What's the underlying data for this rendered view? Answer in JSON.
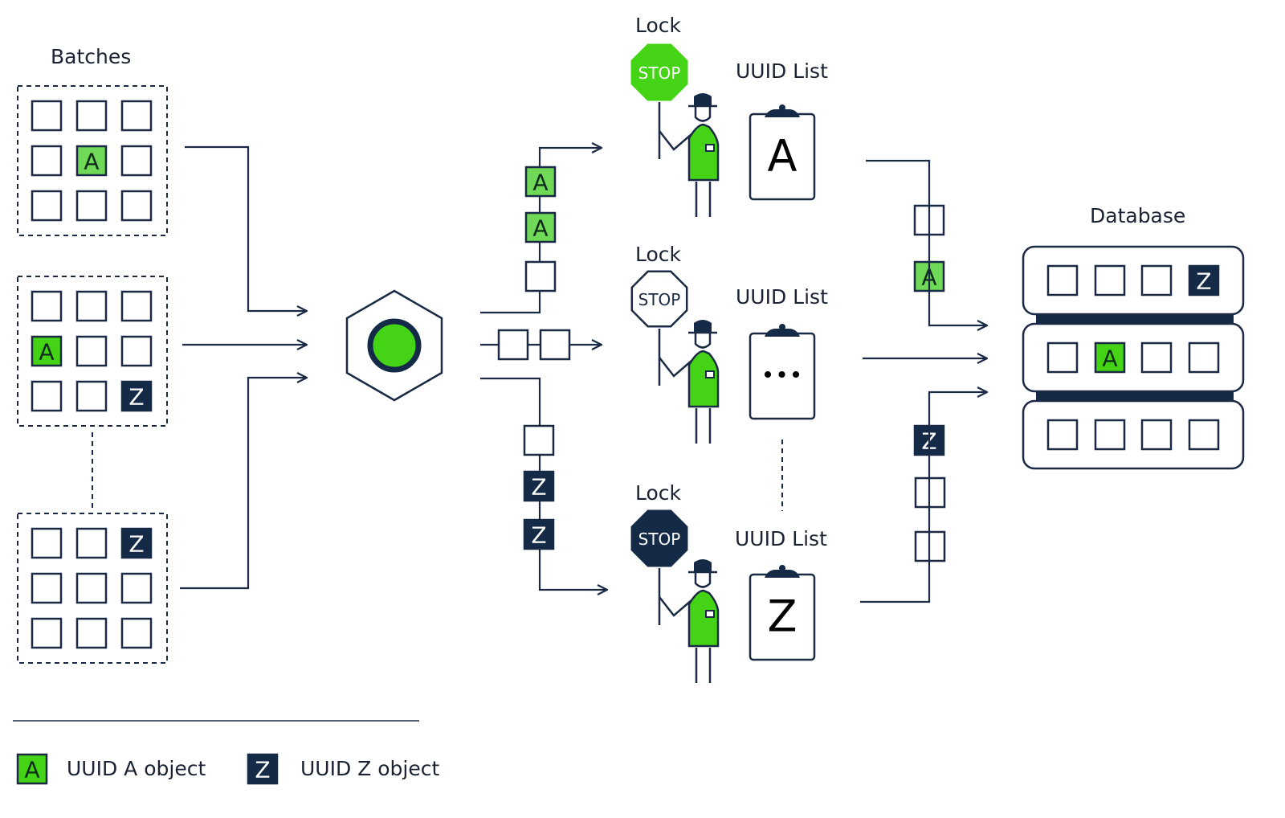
{
  "labels": {
    "batches": "Batches",
    "database": "Database",
    "lock_1": "Lock",
    "lock_2": "Lock",
    "lock_3": "Lock",
    "uuid_list_1": "UUID List",
    "uuid_list_2": "UUID List",
    "uuid_list_3": "UUID List"
  },
  "stop_signs": [
    "STOP",
    "STOP",
    "STOP"
  ],
  "clipboards": [
    "A",
    "•••",
    "Z"
  ],
  "letters": {
    "a": "A",
    "z": "Z"
  },
  "legend": {
    "a_letter": "A",
    "a_label": "UUID A object",
    "z_letter": "Z",
    "z_label": "UUID Z object"
  },
  "colors": {
    "green": "#44d415",
    "light_green": "#70d957",
    "navy": "#142a47",
    "line": "#1a2a44"
  }
}
